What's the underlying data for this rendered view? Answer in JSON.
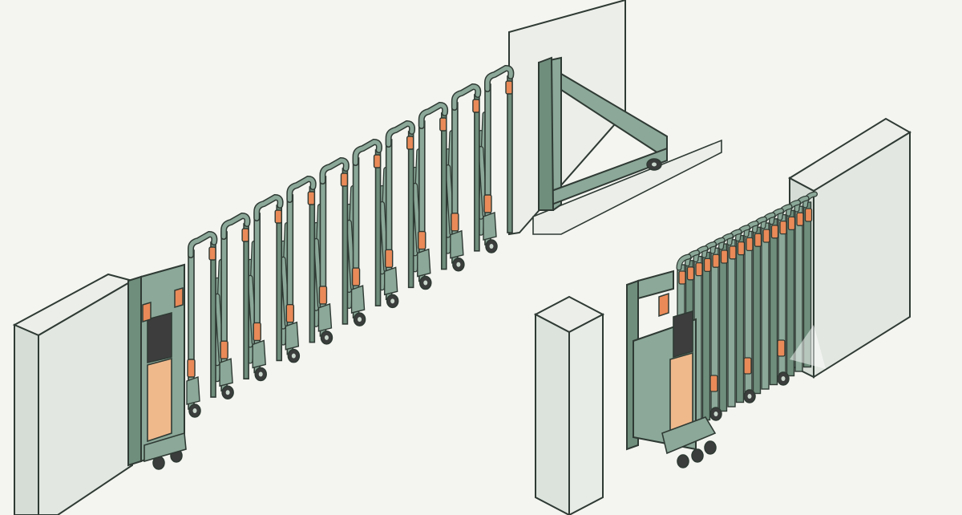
{
  "colors": {
    "background": "#f4f5f0",
    "wall_light": "#eceee9",
    "wall_dark": "#c9d6cc",
    "wall_mid": "#dfe5df",
    "frame": "#8ba898",
    "frame_shade": "#6f8e7c",
    "accent": "#e98a58",
    "panel": "#f0b98c",
    "screen": "#3d3d3d",
    "wheel": "#3a3d3b",
    "outline": "#2f3a34"
  },
  "elements": [
    "left-wall",
    "extended-gate",
    "gate-head-unit",
    "right-post-with-triangle-frame",
    "track-guide",
    "center-bollard",
    "right-wall",
    "retracted-gate"
  ]
}
